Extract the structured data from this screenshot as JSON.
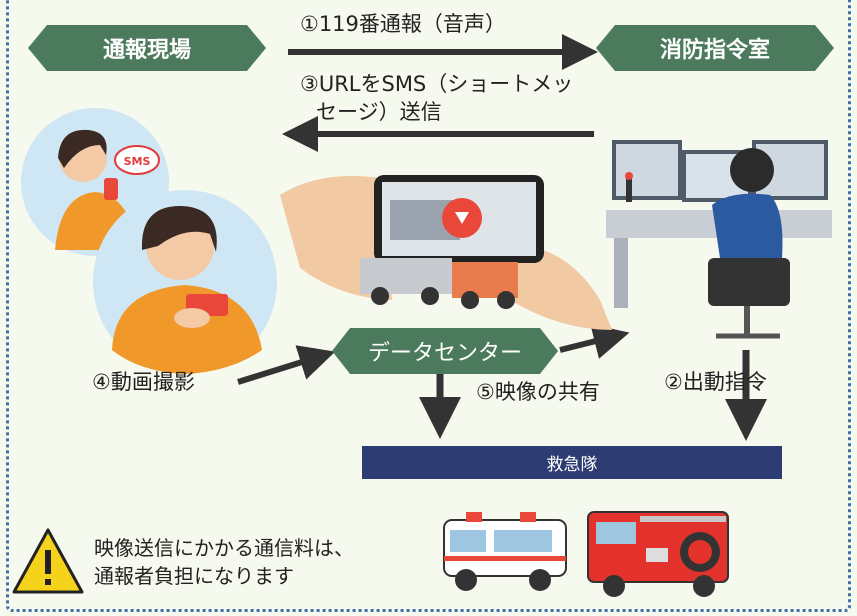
{
  "colors": {
    "hex_green": "#4c7a5c",
    "bar_navy": "#2d3d73",
    "arrow": "#333333",
    "warning_yellow": "#f5d31a"
  },
  "nodes": {
    "scene": "通報現場",
    "command_room": "消防指令室",
    "data_center": "データセンター",
    "ambulance_team": "救急隊"
  },
  "steps": {
    "step1": "①119番通報（音声）",
    "step3_line1": "③URLをSMS（ショートメッ",
    "step3_line2": "セージ）送信",
    "step4": "④動画撮影",
    "step5": "⑤映像の共有",
    "step2": "②出動指令"
  },
  "illustration": {
    "sms_bubble": "SMS"
  },
  "notice": {
    "line1": "映像送信にかかる通信料は、",
    "line2": "通報者負担になります",
    "icon": "warning-icon"
  }
}
